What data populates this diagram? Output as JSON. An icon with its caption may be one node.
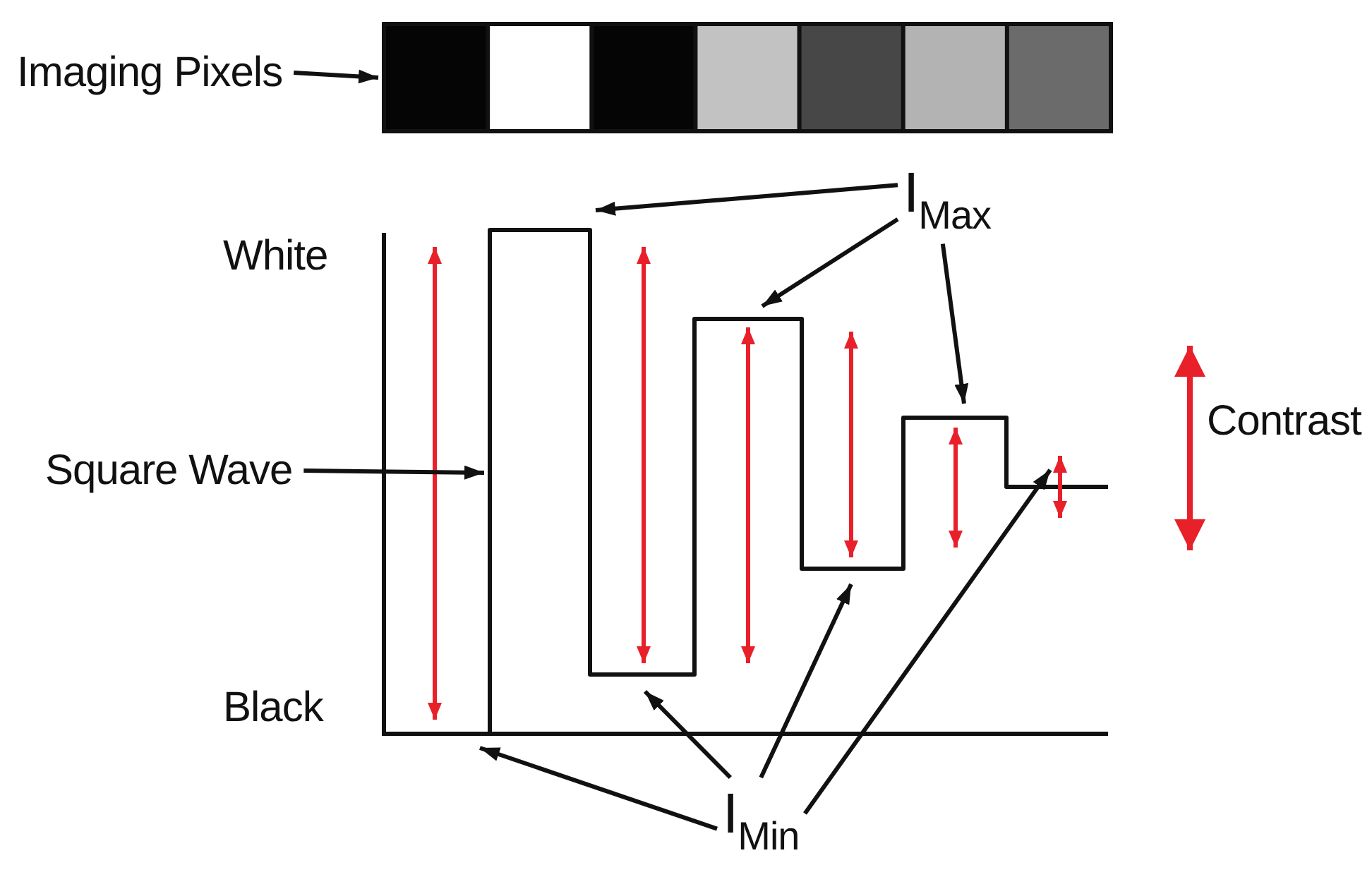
{
  "diagram": {
    "nodes": [
      {
        "text": [
          "Imaging Pixels"
        ]
      },
      {
        "text": [],
        "shape": "bar"
      },
      {
        "text": [
          "Square Wave"
        ]
      },
      {
        "text": [],
        "shape": "line"
      },
      {
        "text": [
          "I$_{Max}$"
        ]
      },
      {
        "text": [
          "I$_{Min}$"
        ]
      }
    ],
    "edges": [
      {
        "from": 0,
        "to": 1,
        "arrow": "to"
      },
      {
        "from": 2,
        "to": 3,
        "arrow": "to"
      },
      {
        "from": 4,
        "to": 3,
        "arrow": "to"
      },
      {
        "from": 4,
        "to": 3,
        "arrow": "to"
      },
      {
        "from": 4,
        "to": 3,
        "arrow": "to"
      },
      {
        "from": 5,
        "to": 3,
        "arrow": "to"
      },
      {
        "from": 5,
        "to": 3,
        "arrow": "to"
      },
      {
        "from": 5,
        "to": 3,
        "arrow": "to"
      },
      {
        "from": 5,
        "to": 3,
        "arrow": "to"
      }
    ],
    "labels": [
      "White",
      "Contrast",
      "Black"
    ]
  }
}
